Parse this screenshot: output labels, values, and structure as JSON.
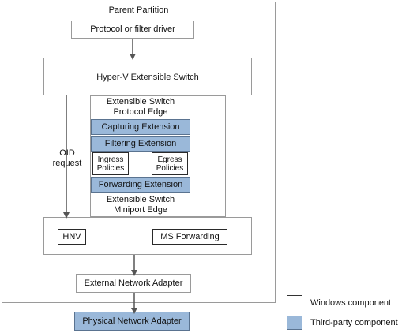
{
  "parent_partition": {
    "label": "Parent Partition"
  },
  "protocol_driver": {
    "label": "Protocol or filter driver"
  },
  "switch": {
    "label": "Hyper-V Extensible Switch"
  },
  "protocol_edge": {
    "line1": "Extensible Switch",
    "line2": "Protocol Edge"
  },
  "capturing": {
    "label": "Capturing Extension"
  },
  "filtering": {
    "label": "Filtering Extension"
  },
  "ingress": {
    "line1": "Ingress",
    "line2": "Policies"
  },
  "egress": {
    "line1": "Egress",
    "line2": "Policies"
  },
  "forwarding": {
    "label": "Forwarding Extension"
  },
  "miniport_edge": {
    "line1": "Extensible Switch",
    "line2": "Miniport Edge"
  },
  "oid": {
    "line1": "OID",
    "line2": "request"
  },
  "hnv": {
    "label": "HNV"
  },
  "ms_forwarding": {
    "label": "MS Forwarding"
  },
  "external_adapter": {
    "label": "External Network Adapter"
  },
  "physical_adapter": {
    "label": "Physical Network Adapter"
  },
  "legend": {
    "windows": {
      "label": "Windows component",
      "color": "#ffffff"
    },
    "third_party": {
      "label": "Third-party component",
      "color": "#9ab8d9"
    }
  }
}
